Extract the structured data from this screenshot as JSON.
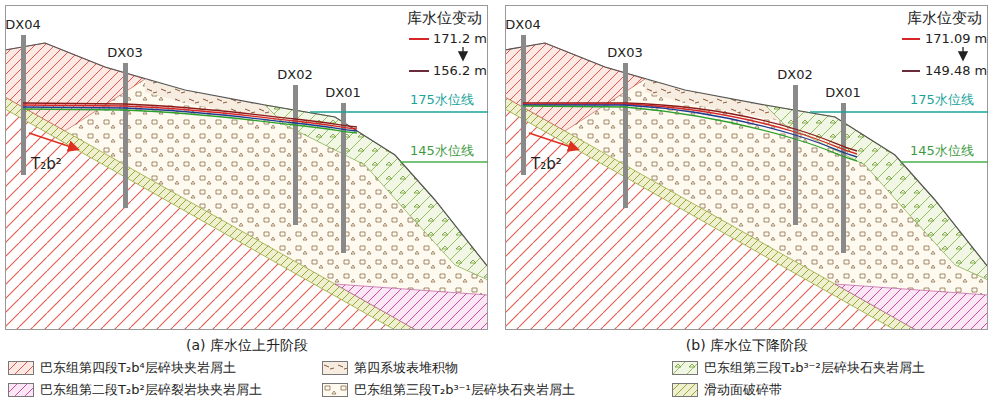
{
  "diagram": {
    "labels": [
      "库水位变动",
      "171.2 m",
      "156.2 m",
      "DX04",
      "DX03",
      "DX02",
      "DX01",
      "175水位线",
      "145水位线",
      "T₂b²",
      "(a) 库水位上升阶段",
      "库水位变动",
      "171.09 m",
      "149.48 m",
      "DX04",
      "DX03",
      "DX02",
      "DX01",
      "175水位线",
      "145水位线",
      "T₂b²",
      "(b) 库水位下降阶段"
    ],
    "legend": [
      {
        "text": "巴东组第四段T₂b⁴层碎块夹岩屑土"
      },
      {
        "text": "第四系坡表堆积物"
      },
      {
        "text": "巴东组第三段T₂b³⁻²层碎块石夹岩屑土"
      },
      {
        "text": "巴东组第二段T₂b²层碎裂岩块夹岩屑土"
      },
      {
        "text": "巴东组第三段T₂b³⁻¹层碎块石夹岩屑土"
      },
      {
        "text": "滑动面破碎带"
      }
    ]
  }
}
